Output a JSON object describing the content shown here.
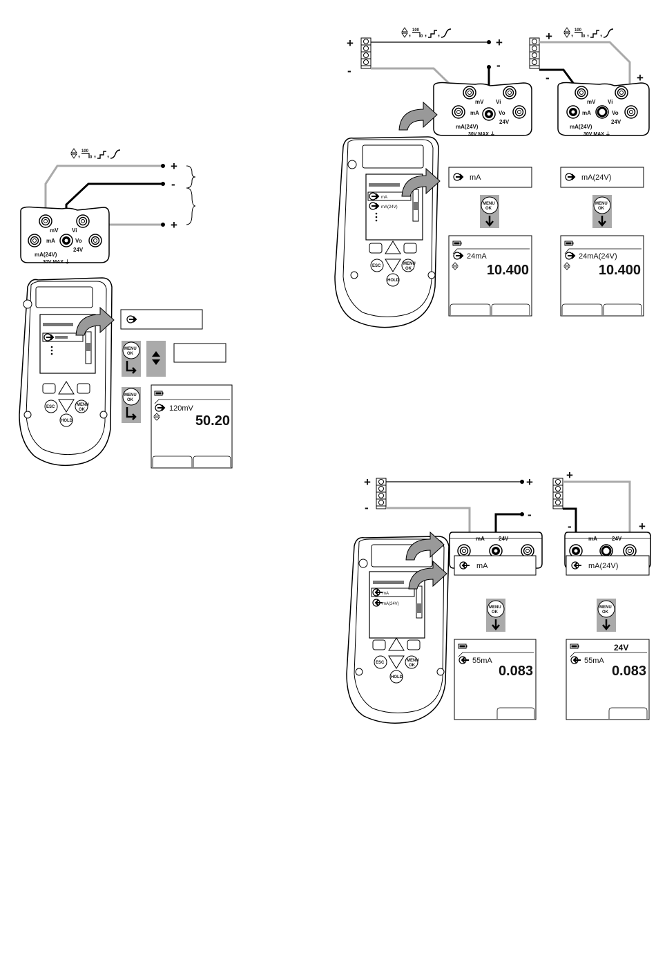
{
  "signal_modes": "⇕, ¹⁰⁰⌐₀ , ⌐⌐, ⁄",
  "terminals": {
    "mv": "mV",
    "vi": "Vi",
    "ma": "mA",
    "vo": "Vo",
    "v24": "24V",
    "ma24": "mA(24V)",
    "max": "30V MAX ⏚"
  },
  "polarity": {
    "plus": "+",
    "minus": "-"
  },
  "buttons": {
    "menu_ok_line1": "MENU",
    "menu_ok_line2": "OK",
    "esc": "ESC",
    "hold": "HOLD",
    "menu_small1": "MENU",
    "menu_small2": "OK"
  },
  "left_panel": {
    "reading_label": "120mV",
    "reading_value": "50.20"
  },
  "top_panel": {
    "menu_items": [
      "mA",
      "mA(24V)"
    ],
    "options": [
      {
        "label": "mA",
        "reading_label": "24mA",
        "reading_value": "10.400"
      },
      {
        "label": "mA(24V)",
        "reading_label": "24mA(24V)",
        "reading_value": "10.400"
      }
    ]
  },
  "bottom_panel": {
    "menu_items": [
      "mA",
      "mA(24V)"
    ],
    "options": [
      {
        "label": "mA",
        "header": "",
        "reading_label": "55mA",
        "reading_value": "0.083"
      },
      {
        "label": "mA(24V)",
        "header": "24V",
        "reading_label": "55mA",
        "reading_value": "0.083"
      }
    ]
  }
}
